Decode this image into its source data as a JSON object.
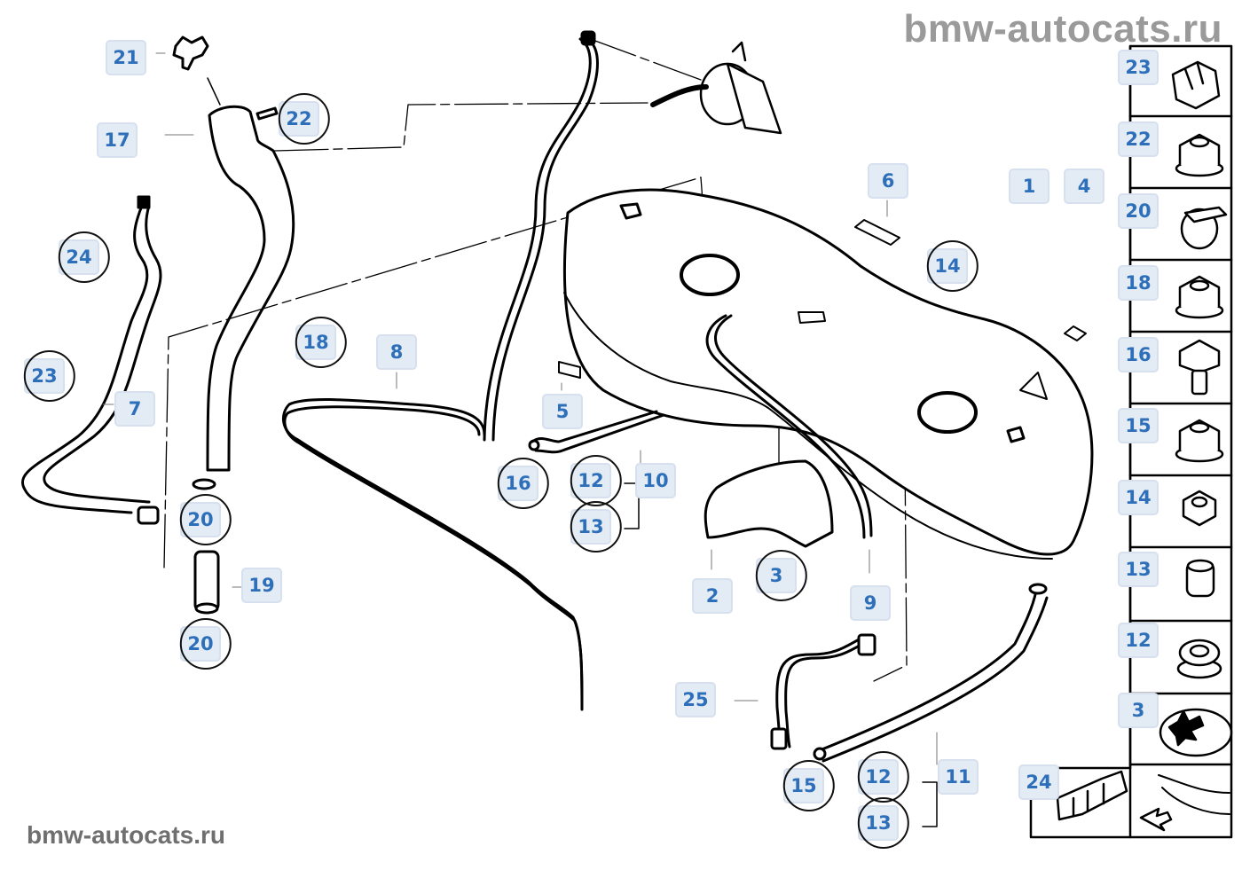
{
  "watermarks": {
    "top": "bmw-autocats.ru",
    "bottom": "bmw-autocats.ru"
  },
  "diagram": {
    "title": "Fuel tank / filler pipe / fuel lines exploded parts diagram",
    "callouts": [
      {
        "id": "21",
        "circled": false
      },
      {
        "id": "22",
        "circled": true
      },
      {
        "id": "17",
        "circled": false
      },
      {
        "id": "24",
        "circled": true
      },
      {
        "id": "23",
        "circled": true
      },
      {
        "id": "7",
        "circled": false
      },
      {
        "id": "18",
        "circled": true
      },
      {
        "id": "8",
        "circled": false
      },
      {
        "id": "20",
        "circled": true
      },
      {
        "id": "19",
        "circled": false
      },
      {
        "id": "20",
        "circled": true
      },
      {
        "id": "5",
        "circled": false
      },
      {
        "id": "16",
        "circled": true
      },
      {
        "id": "12",
        "circled": true
      },
      {
        "id": "10",
        "circled": false
      },
      {
        "id": "13",
        "circled": true
      },
      {
        "id": "6",
        "circled": false
      },
      {
        "id": "1",
        "circled": false
      },
      {
        "id": "4",
        "circled": false
      },
      {
        "id": "14",
        "circled": true
      },
      {
        "id": "2",
        "circled": false
      },
      {
        "id": "3",
        "circled": true
      },
      {
        "id": "9",
        "circled": false
      },
      {
        "id": "25",
        "circled": false
      },
      {
        "id": "15",
        "circled": true
      },
      {
        "id": "12",
        "circled": true
      },
      {
        "id": "11",
        "circled": false
      },
      {
        "id": "13",
        "circled": true
      }
    ]
  },
  "side_panel": {
    "items": [
      {
        "id": "23",
        "icon": "hose-clip-icon"
      },
      {
        "id": "22",
        "icon": "flange-nut-icon"
      },
      {
        "id": "20",
        "icon": "hose-clamp-icon"
      },
      {
        "id": "18",
        "icon": "flange-nut-icon"
      },
      {
        "id": "16",
        "icon": "hex-bolt-icon"
      },
      {
        "id": "15",
        "icon": "flange-nut-icon"
      },
      {
        "id": "14",
        "icon": "hex-nut-icon"
      },
      {
        "id": "13",
        "icon": "bushing-icon"
      },
      {
        "id": "12",
        "icon": "grommet-icon"
      },
      {
        "id": "3",
        "icon": "push-nut-icon"
      }
    ],
    "bottom_left": {
      "id": "24",
      "icon": "line-clip-icon"
    },
    "bottom_right": {
      "icon": "car-location-arrow-icon"
    }
  }
}
